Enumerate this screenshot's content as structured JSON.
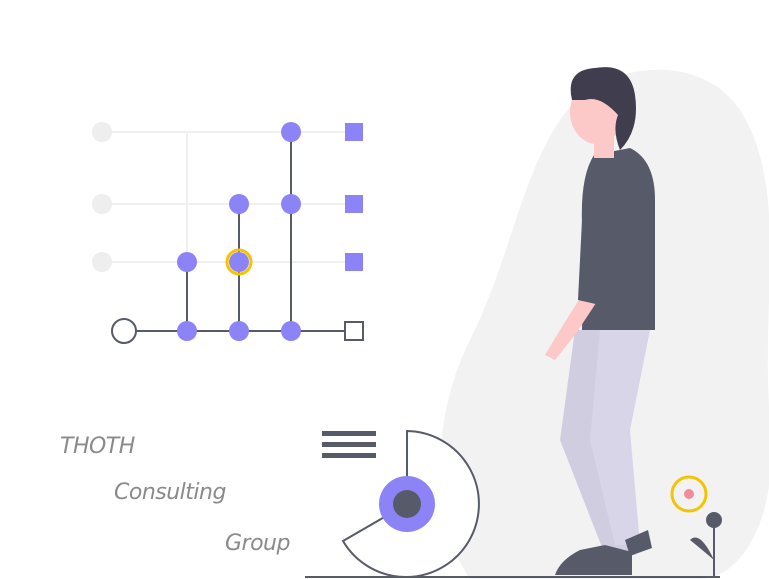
{
  "brand": {
    "line1": "THOTH",
    "line2": "Consulting",
    "line3": "Group"
  },
  "colors": {
    "accent": "#8c83f7",
    "dark": "#575a69",
    "highlight": "#f5c400",
    "light": "#f2f2f2",
    "pants": "#d0cde1",
    "skin": "#fdc8c8"
  }
}
